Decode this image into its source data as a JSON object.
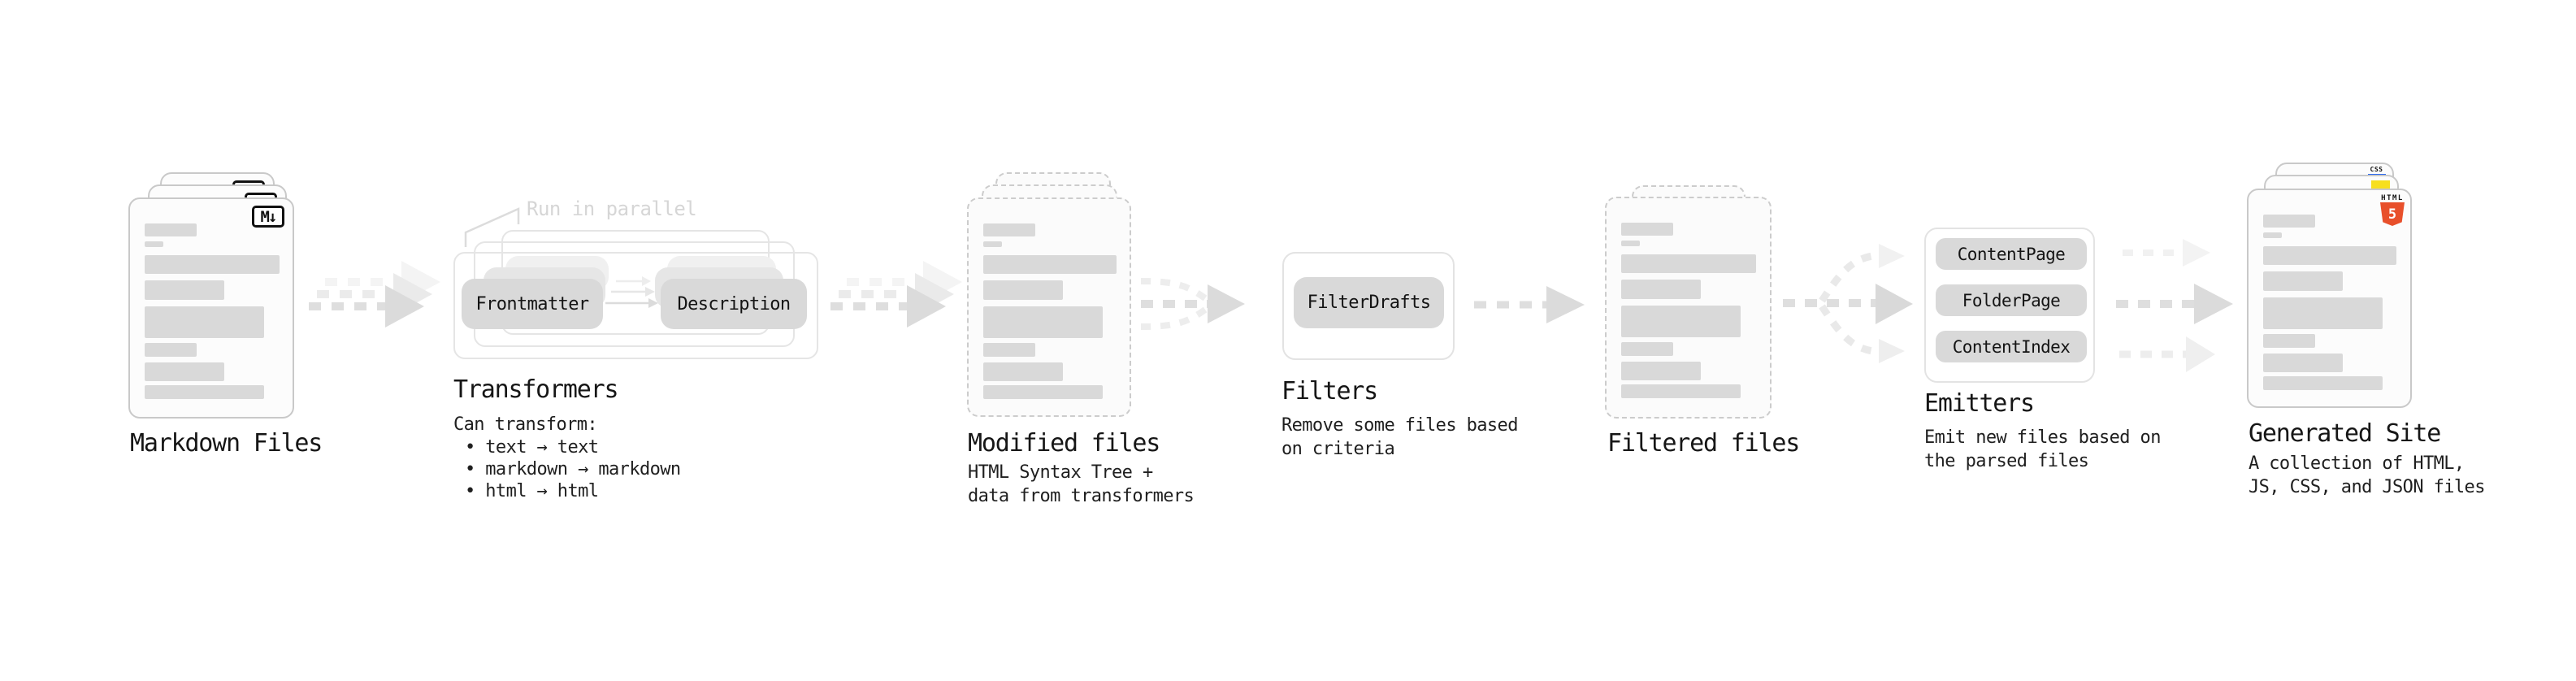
{
  "stages": {
    "markdown_files": {
      "label": "Markdown Files",
      "badge": "M↓"
    },
    "transformers": {
      "label": "Transformers",
      "note": "Run in parallel",
      "pill_a": "Frontmatter",
      "pill_b": "Description",
      "desc_title": "Can transform:",
      "bullets": [
        "• text → text",
        "• markdown → markdown",
        "• html → html"
      ]
    },
    "modified_files": {
      "label": "Modified files",
      "desc": [
        "HTML Syntax Tree +",
        "data from transformers"
      ]
    },
    "filters": {
      "label": "Filters",
      "pill": "FilterDrafts",
      "desc": [
        "Remove some files based",
        "on criteria"
      ]
    },
    "filtered_files": {
      "label": "Filtered files"
    },
    "emitters": {
      "label": "Emitters",
      "pills": [
        "ContentPage",
        "FolderPage",
        "ContentIndex"
      ],
      "desc": [
        "Emit new files based on",
        "the parsed files"
      ]
    },
    "generated_site": {
      "label": "Generated Site",
      "badge_html_text": "HTML",
      "badge_html_number": "5",
      "badge_css": "CSS",
      "desc": [
        "A collection of HTML,",
        "JS, CSS, and JSON files"
      ]
    }
  },
  "colors": {
    "pill_gray": "#d9d9d9",
    "skeleton_gray": "#d9d9d9",
    "html5_orange": "#e8502b",
    "js_yellow": "#f7df1e",
    "css_blue": "#2968f1"
  }
}
